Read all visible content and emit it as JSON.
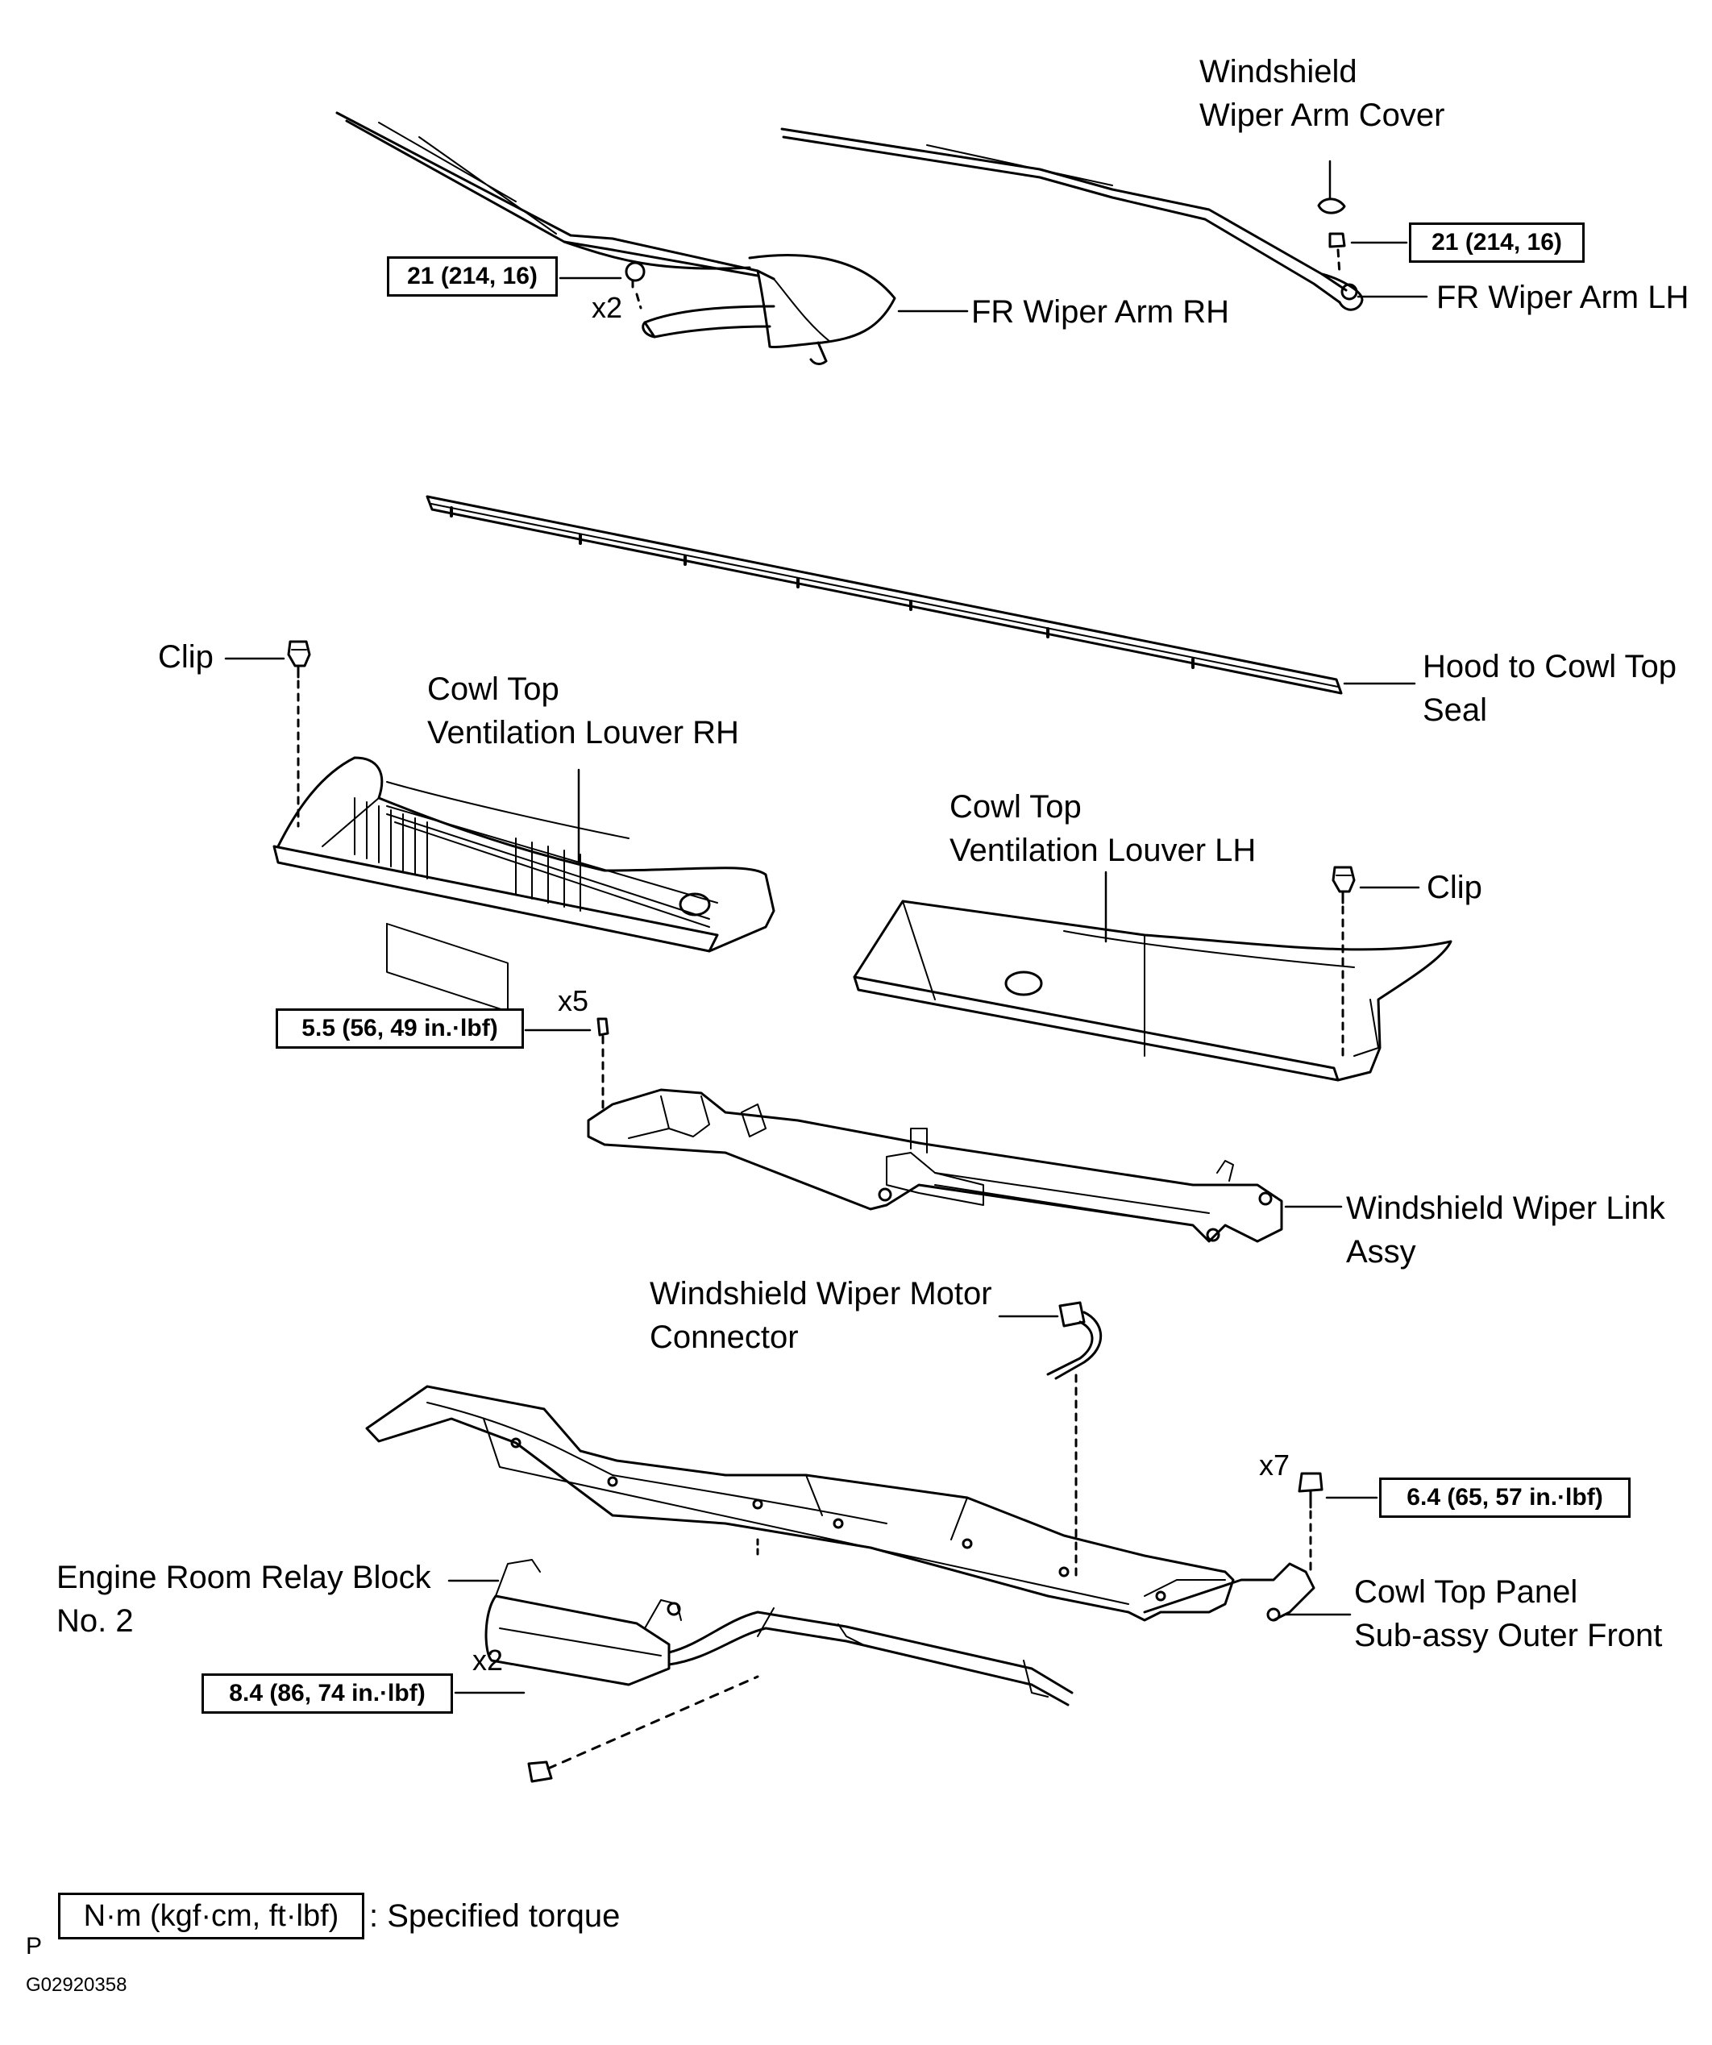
{
  "labels": {
    "windshield_wiper_arm_cover": [
      "Windshield",
      "Wiper Arm Cover"
    ],
    "fr_wiper_arm_rh": "FR Wiper Arm RH",
    "fr_wiper_arm_lh": "FR Wiper Arm LH",
    "hood_to_cowl_top_seal": [
      "Hood to Cowl Top",
      "Seal"
    ],
    "clip_left": "Clip",
    "clip_right": "Clip",
    "cowl_top_ventilation_louver_rh": [
      "Cowl Top",
      "Ventilation Louver RH"
    ],
    "cowl_top_ventilation_louver_lh": [
      "Cowl Top",
      "Ventilation Louver LH"
    ],
    "windshield_wiper_link_assy": [
      "Windshield Wiper Link",
      "Assy"
    ],
    "windshield_wiper_motor_connector": [
      "Windshield Wiper Motor",
      "Connector"
    ],
    "engine_room_relay_block": [
      "Engine Room Relay Block",
      "No. 2"
    ],
    "cowl_top_panel": [
      "Cowl Top Panel",
      "Sub-assy Outer Front"
    ]
  },
  "torques": {
    "wiper_arm_rh": "21 (214, 16)",
    "wiper_arm_lh": "21 (214, 16)",
    "wiper_link": "5.5 (56, 49 in.·lbf)",
    "cowl_panel": "6.4 (65, 57 in.·lbf)",
    "relay_block": "8.4 (86, 74 in.·lbf)"
  },
  "quantities": {
    "wiper_arm_rh_nut": "x2",
    "wiper_link_bolt": "x5",
    "cowl_panel_bolt": "x7",
    "relay_block_bolt": "x2"
  },
  "legend": {
    "unit": "N·m (kgf·cm, ft·lbf)",
    "description": ": Specified torque"
  },
  "footer": {
    "page_mark": "P",
    "figure_id": "G02920358"
  }
}
